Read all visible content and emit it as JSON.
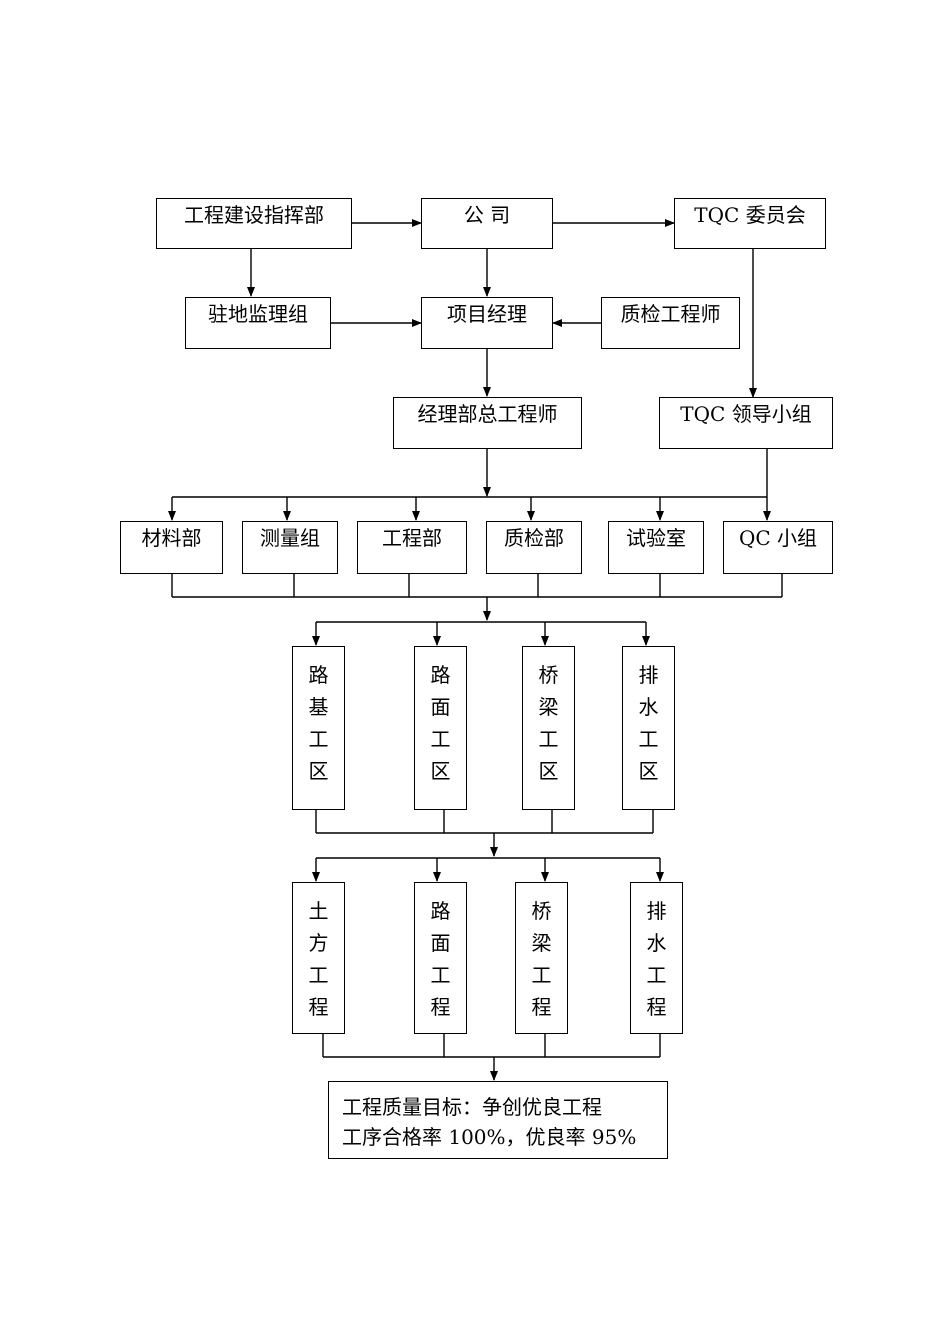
{
  "top": {
    "command": "工程建设指挥部",
    "company": "公 司",
    "tqc_committee": "TQC 委员会"
  },
  "row2": {
    "supervision": "驻地监理组",
    "project_manager": "项目经理",
    "qc_engineer": "质检工程师"
  },
  "row3": {
    "chief_engineer": "经理部总工程师",
    "tqc_leader": "TQC 领导小组"
  },
  "departments": [
    "材料部",
    "测量组",
    "工程部",
    "质检部",
    "试验室",
    "QC 小组"
  ],
  "work_areas": [
    [
      "路",
      "基",
      "工",
      "区"
    ],
    [
      "路",
      "面",
      "工",
      "区"
    ],
    [
      "桥",
      "梁",
      "工",
      "区"
    ],
    [
      "排",
      "水",
      "工",
      "区"
    ]
  ],
  "works": [
    [
      "土",
      "方",
      "工",
      "程"
    ],
    [
      "路",
      "面",
      "工",
      "程"
    ],
    [
      "桥",
      "梁",
      "工",
      "程"
    ],
    [
      "排",
      "水",
      "工",
      "程"
    ]
  ],
  "goal": {
    "line1": "工程质量目标：争创优良工程",
    "line2": "工序合格率 100%，优良率 95%"
  }
}
